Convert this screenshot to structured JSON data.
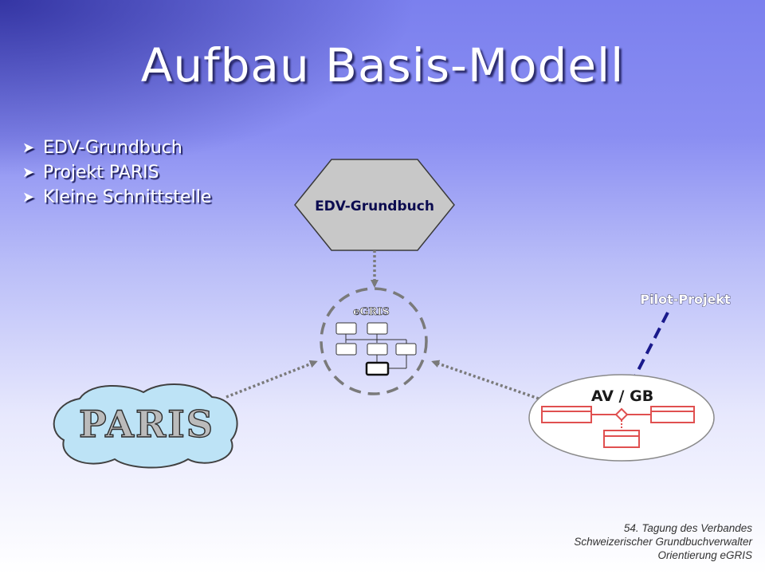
{
  "title": "Aufbau Basis-Modell",
  "bullets": [
    "EDV-Grundbuch",
    "Projekt PARIS",
    "Kleine Schnittstelle"
  ],
  "diagram": {
    "hexagon_label": "EDV-Grundbuch",
    "egris_label": "eGRIS",
    "paris_label": "PARIS",
    "av_gb_label": "AV / GB",
    "pilot_label": "Pilot-Projekt"
  },
  "footer": [
    "54. Tagung des Verbandes",
    "Schweizerischer Grundbuchverwalter",
    "Orientierung eGRIS"
  ],
  "colors": {
    "hexagon_fill": "#c8c8c8",
    "paris_fill": "#bde3f6",
    "av_uml_red": "#e05050",
    "pilot_dash": "#1a1a8c",
    "connector_grey": "#7a7a7a"
  },
  "icons": {
    "bullet": "arrowhead-bullet-icon"
  }
}
